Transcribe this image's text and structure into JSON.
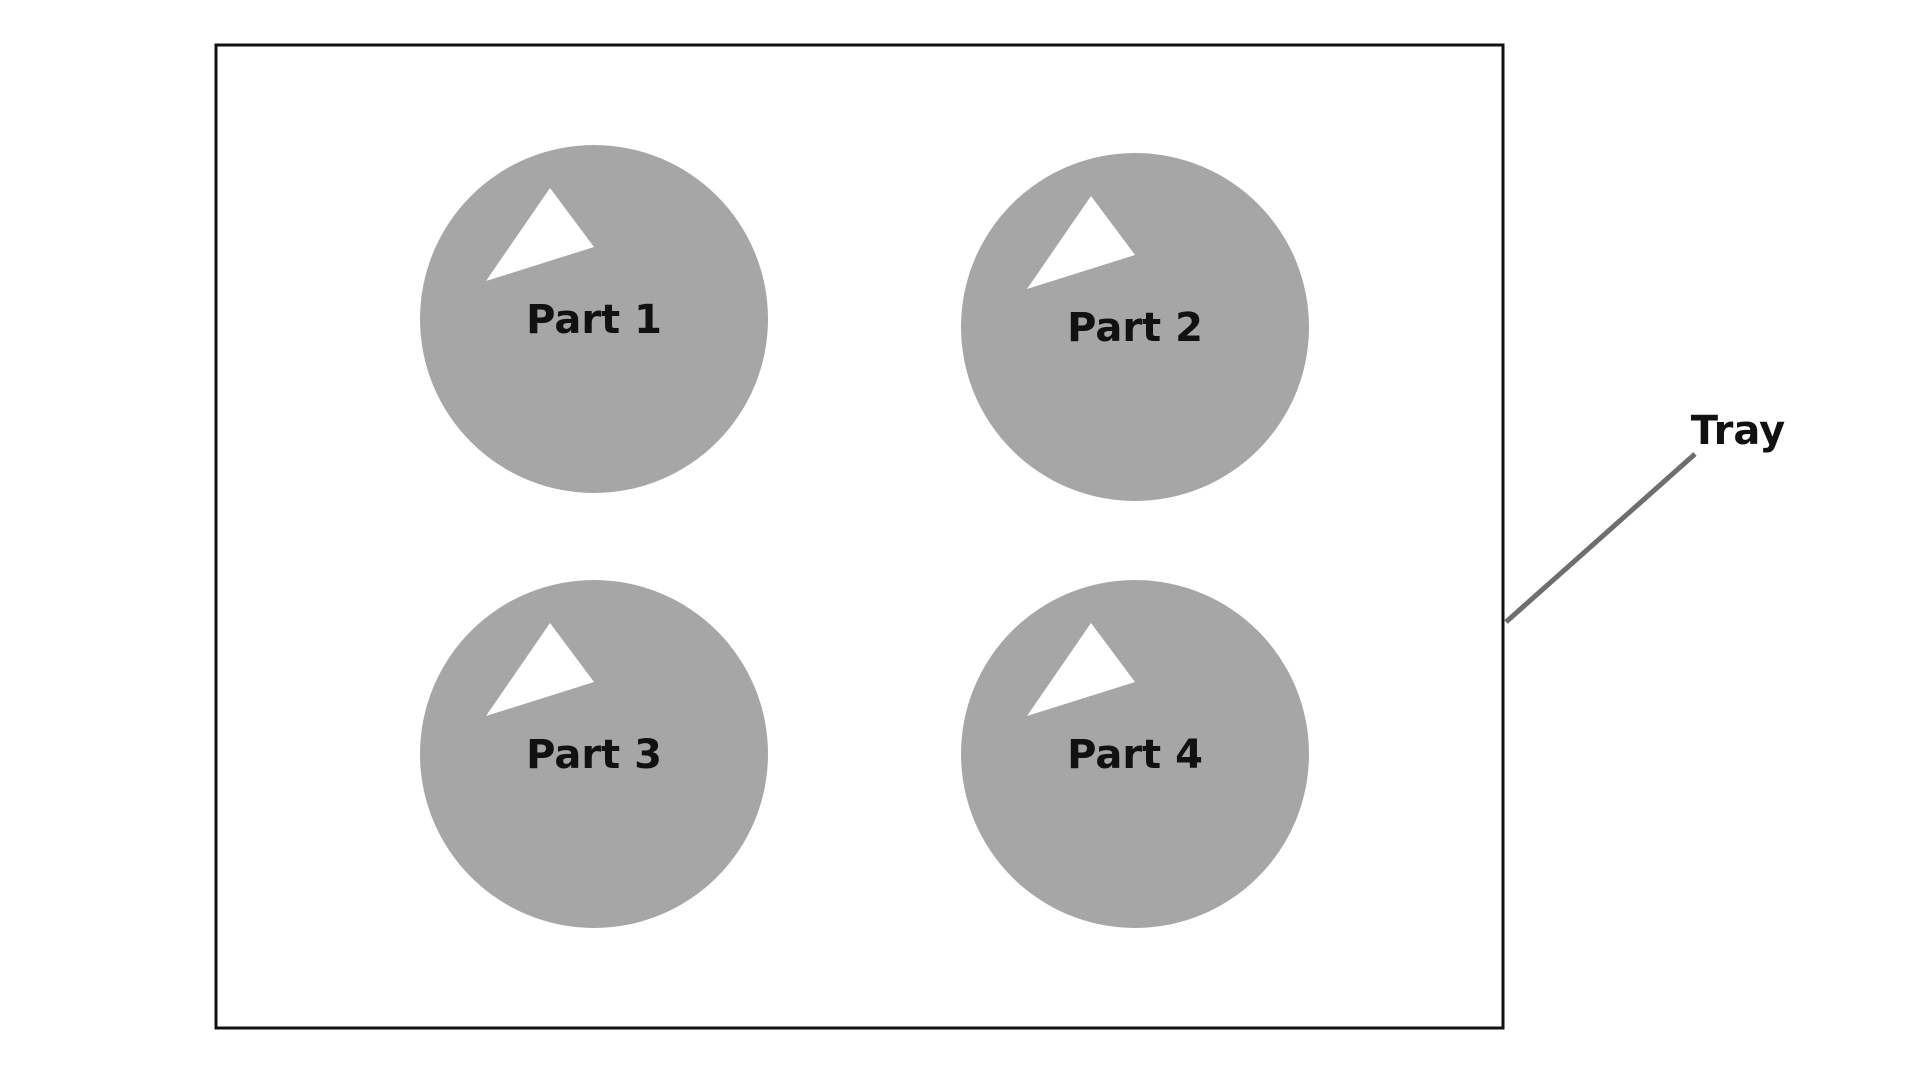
{
  "diagram": {
    "tray": {
      "label": "Tray",
      "border_color": "#111111",
      "leader_color": "#6e6e6e"
    },
    "parts": [
      {
        "label": "Part 1"
      },
      {
        "label": "Part 2"
      },
      {
        "label": "Part 3"
      },
      {
        "label": "Part 4"
      }
    ],
    "colors": {
      "part_fill": "#a6a6a6",
      "notch_fill": "#ffffff",
      "label_color": "#111111"
    }
  }
}
